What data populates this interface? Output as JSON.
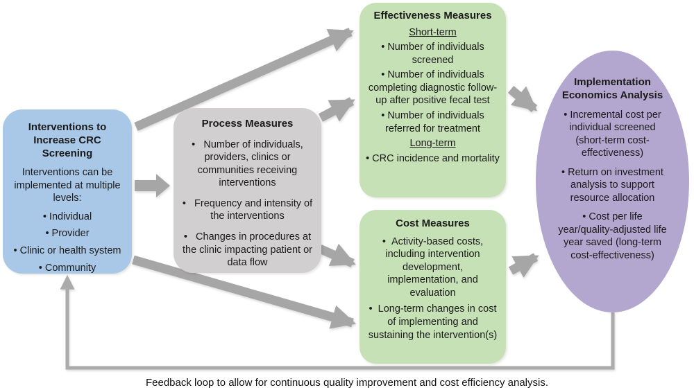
{
  "diagram": {
    "interventions": {
      "title": "Interventions to Increase CRC Screening",
      "subtitle": "Interventions can be implemented at multiple levels:",
      "bullets": [
        "Individual",
        "Provider",
        "Clinic or health system",
        "Community"
      ]
    },
    "process": {
      "title": "Process Measures",
      "bullets": [
        "Number of individuals, providers, clinics or communities receiving interventions",
        "Frequency and intensity of the interventions",
        "Changes in procedures at the clinic impacting patient or data flow"
      ]
    },
    "effectiveness": {
      "title": "Effectiveness Measures",
      "short_term_heading": "Short-term",
      "short_term_bullets": [
        "Number of individuals screened",
        "Number of individuals completing diagnostic follow-up after positive fecal test",
        "Number of individuals referred for treatment"
      ],
      "long_term_heading": "Long-term",
      "long_term_bullets": [
        "CRC incidence and mortality"
      ]
    },
    "cost": {
      "title": "Cost Measures",
      "bullets": [
        "Activity-based costs, including intervention development, implementation, and evaluation",
        "Long-term changes in cost of implementing and sustaining the intervention(s)"
      ]
    },
    "implementation": {
      "title": "Implementation Economics Analysis",
      "bullets": [
        "Incremental cost per individual screened (short-term cost-effectiveness)",
        "Return on investment analysis to support resource allocation",
        "Cost per life year/quality-adjusted life year saved (long-term cost-effectiveness)"
      ]
    },
    "caption": "Feedback loop to allow for continuous quality improvement and cost efficiency analysis.",
    "colors": {
      "interventions_fill": "#A9C7E6",
      "process_fill": "#D1CFCF",
      "measures_fill": "#C7E1B6",
      "implementation_fill": "#B3A7CF",
      "arrow": "#A6A6A6",
      "text": "#1A1A1A"
    }
  }
}
